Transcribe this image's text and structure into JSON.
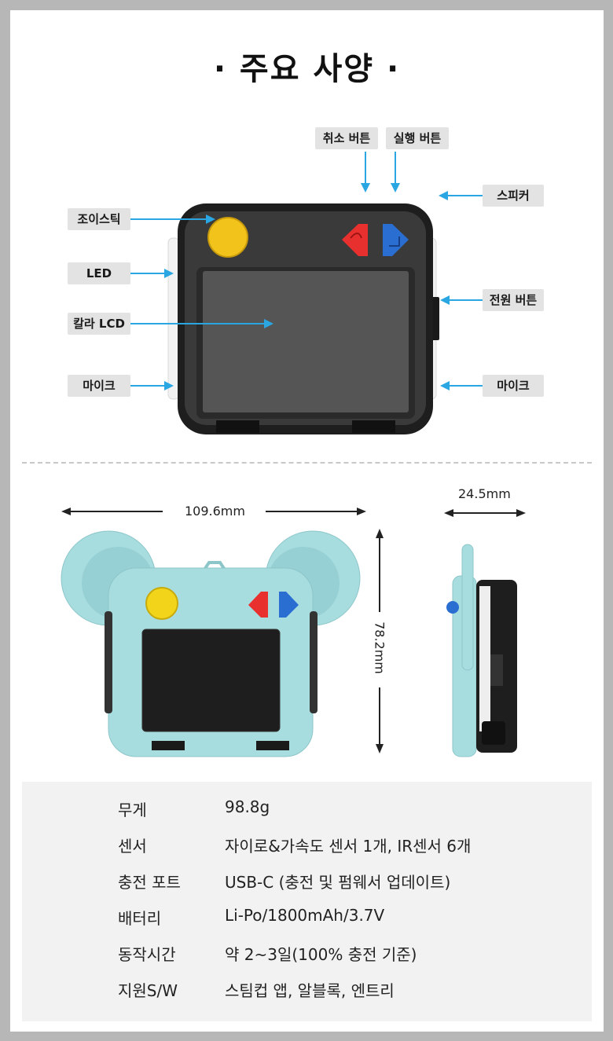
{
  "title": "· 주요 사양 ·",
  "callouts": {
    "cancel": "취소 버튼",
    "run": "실행 버튼",
    "speaker": "스피커",
    "joystick": "조이스틱",
    "led": "LED",
    "power": "전원 버튼",
    "lcd": "칼라 LCD",
    "mic_left": "마이크",
    "mic_right": "마이크"
  },
  "dimensions": {
    "width": "109.6mm",
    "height": "78.2mm",
    "depth": "24.5mm"
  },
  "specs": [
    {
      "key": "무게",
      "value": "98.8g"
    },
    {
      "key": "센서",
      "value": "자이로&가속도 센서 1개, IR센서 6개"
    },
    {
      "key": "충전 포트",
      "value": "USB-C (충전 및 펌웨서 업데이트)"
    },
    {
      "key": "배터리",
      "value": "Li-Po/1800mAh/3.7V"
    },
    {
      "key": "동작시간",
      "value": "약 2~3일(100% 충전 기준)"
    },
    {
      "key": "지원S/W",
      "value": "스팀컵 앱, 알블록, 엔트리"
    }
  ],
  "colors": {
    "arrow": "#2aa6e2",
    "device_body": "#1e1e1e",
    "joystick": "#f2c31a",
    "cancel_button": "#e8302f",
    "run_button": "#2a6ed1",
    "case": "#a8dde0"
  }
}
